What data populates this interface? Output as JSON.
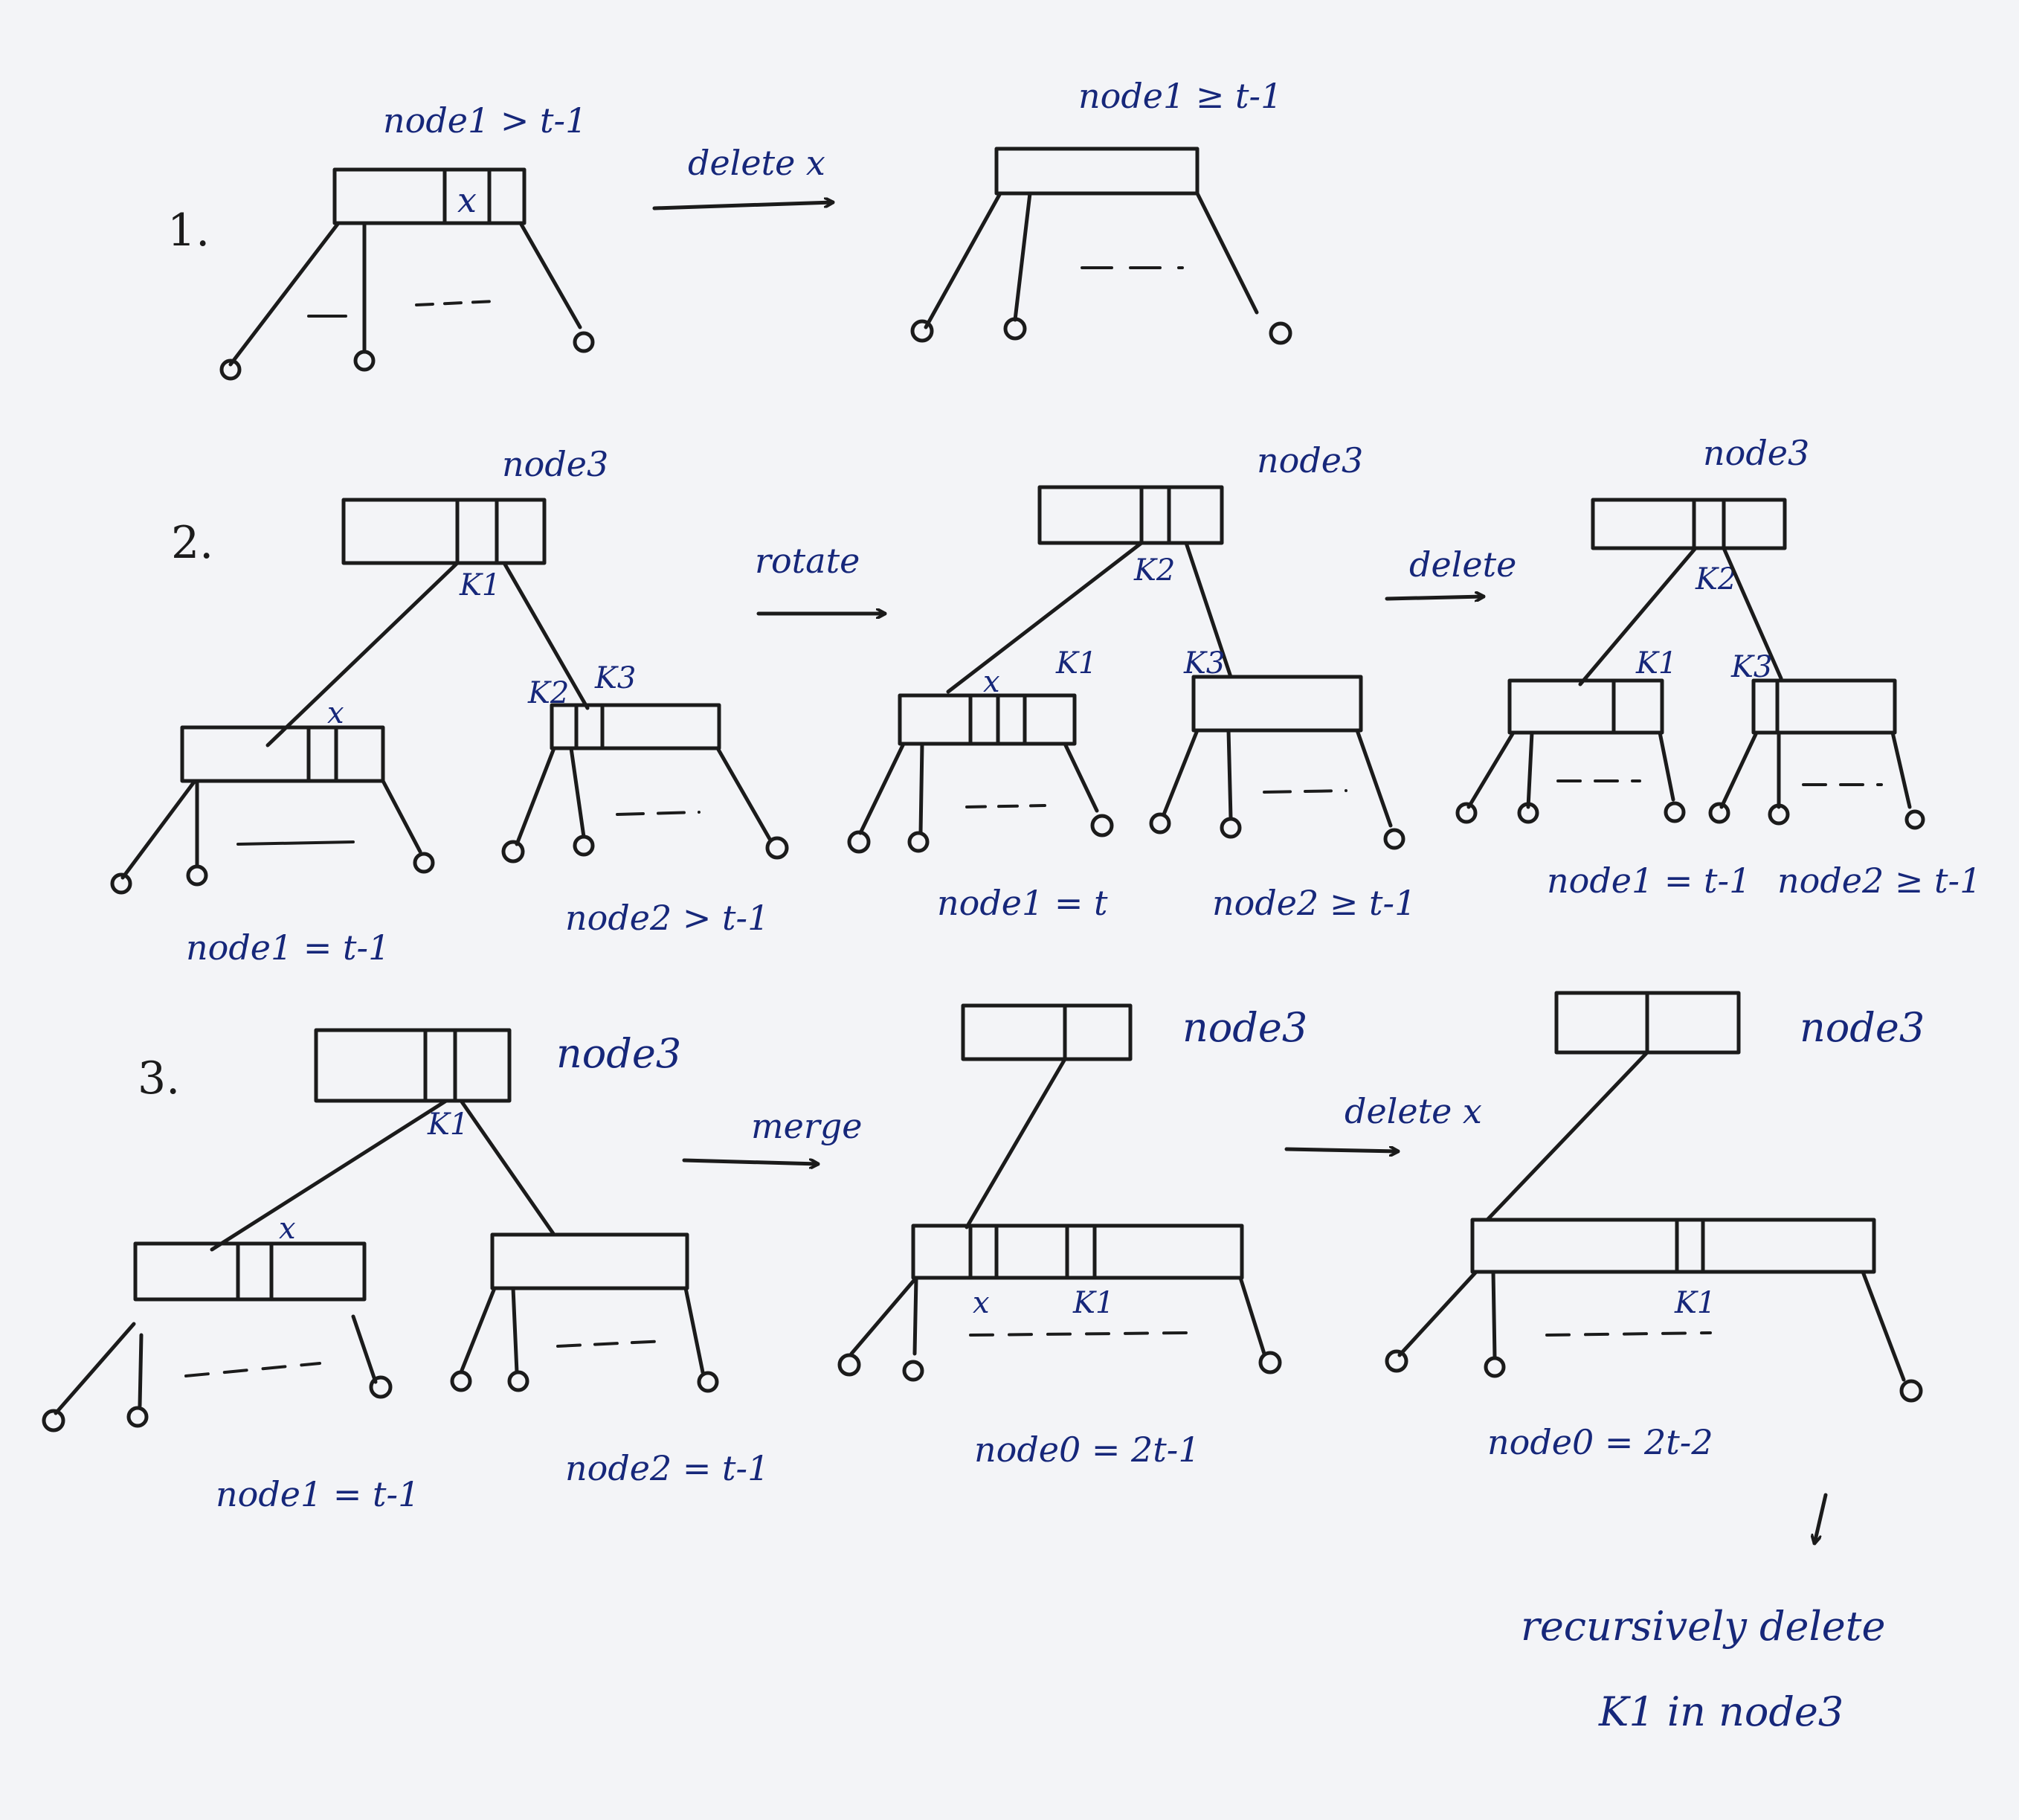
{
  "step_numbers": [
    "1.",
    "2.",
    "3."
  ],
  "arrows": {
    "delete_x_1": "delete x",
    "rotate": "rotate",
    "delete_2": "delete",
    "merge": "merge",
    "delete_x_3": "delete x"
  },
  "row1": {
    "before_label": "node1 > t-1",
    "after_label": "node1 ≥ t-1",
    "key_x": "x"
  },
  "row2": {
    "a_parent": "node3",
    "a_key_k1": "K1",
    "a_key_x": "x",
    "a_key_k2": "K2",
    "a_key_k3": "K3",
    "a_left_label": "node1 = t-1",
    "a_right_label": "node2 > t-1",
    "b_parent": "node3",
    "b_key_k2": "K2",
    "b_key_x": "x",
    "b_key_k1": "K1",
    "b_key_k3": "K3",
    "b_left_label": "node1 = t",
    "b_right_label": "node2 ≥ t-1",
    "c_parent": "node3",
    "c_key_k2": "K2",
    "c_key_k1": "K1",
    "c_key_k3": "K3",
    "c_left_label": "node1 = t-1",
    "c_right_label": "node2 ≥ t-1"
  },
  "row3": {
    "a_parent": "node3",
    "a_key_k1": "K1",
    "a_key_x": "x",
    "a_left_label": "node1 = t-1",
    "a_right_label": "node2 = t-1",
    "b_parent": "node3",
    "b_key_x": "x",
    "b_key_k1": "K1",
    "b_label": "node0 = 2t-1",
    "c_parent": "node3",
    "c_key_k1": "K1",
    "c_label": "node0 = 2t-2",
    "note_line1": "recursively delete",
    "note_line2": "K1 in node3"
  }
}
